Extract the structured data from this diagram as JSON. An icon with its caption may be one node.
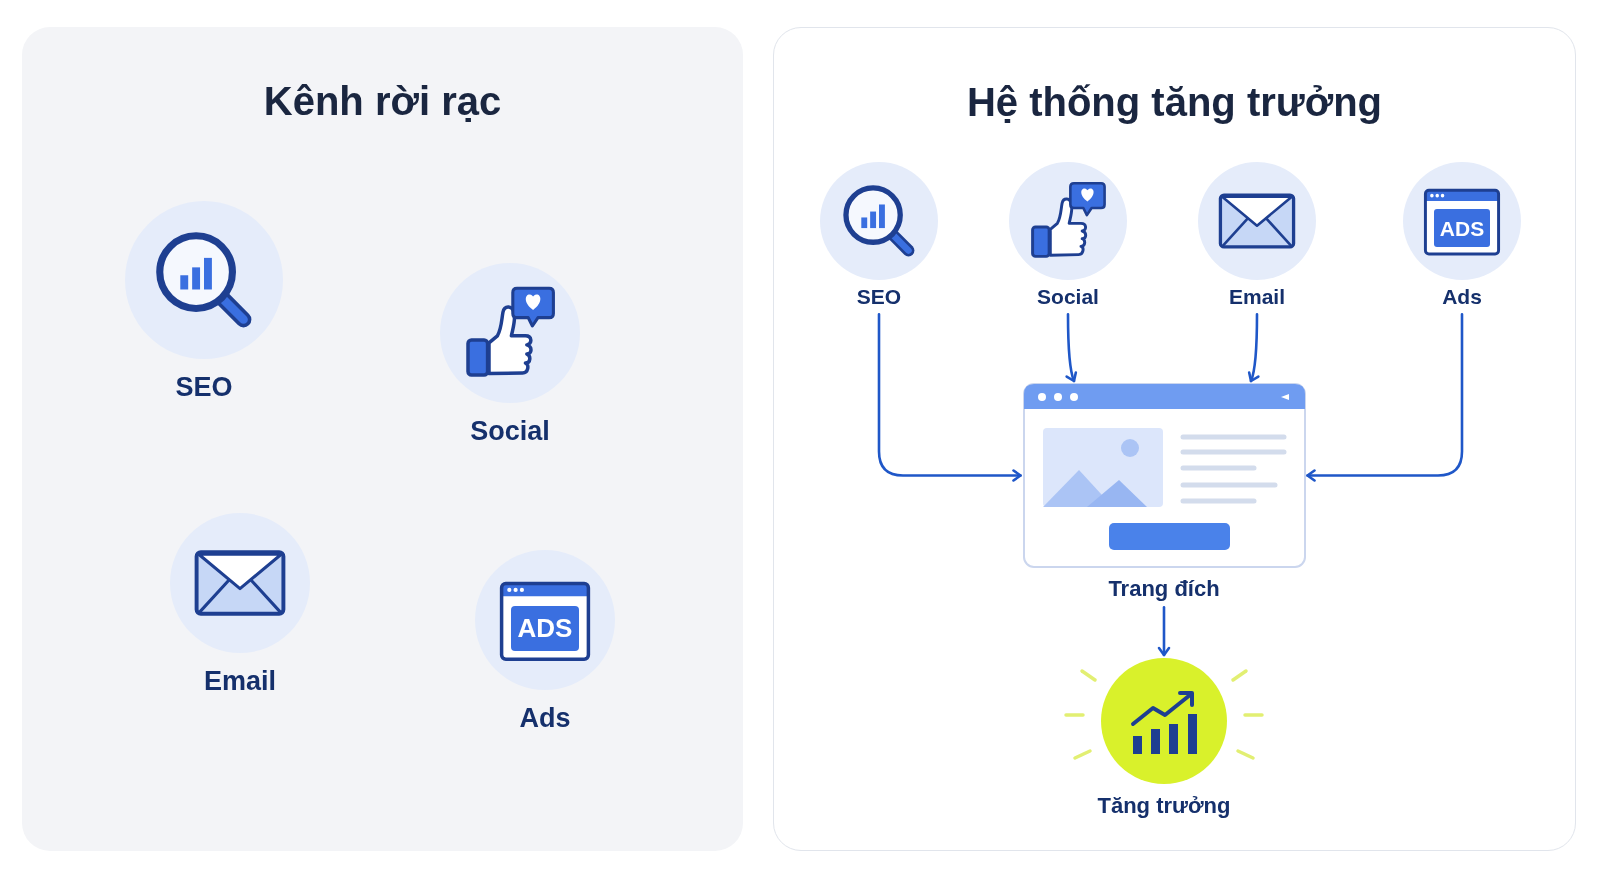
{
  "diagram": {
    "nodes": [
      {
        "text": [
          "Kênh rời rạc"
        ]
      },
      {
        "text": [
          "SEO"
        ],
        "in": 0
      },
      {
        "text": [
          "Social"
        ],
        "in": 0
      },
      {
        "text": [
          "Email"
        ],
        "in": 0
      },
      {
        "text": [
          "Ads"
        ],
        "in": 0
      },
      {
        "text": [
          "Hệ thống tăng trưởng"
        ]
      },
      {
        "text": [
          "SEO"
        ],
        "in": 5
      },
      {
        "text": [
          "Social"
        ],
        "in": 5
      },
      {
        "text": [
          "Email"
        ],
        "in": 5
      },
      {
        "text": [
          "Ads"
        ],
        "in": 5
      },
      {
        "text": [
          "Trang đích"
        ],
        "in": 5
      },
      {
        "text": [
          "Tăng trưởng"
        ],
        "in": 5
      }
    ],
    "edges": [
      {
        "from": 6,
        "to": 10,
        "arrow": "to"
      },
      {
        "from": 7,
        "to": 10,
        "arrow": "to"
      },
      {
        "from": 8,
        "to": 10,
        "arrow": "to"
      },
      {
        "from": 9,
        "to": 10,
        "arrow": "to"
      },
      {
        "from": 10,
        "to": 11,
        "arrow": "to"
      }
    ],
    "labels": [
      "ADS",
      "ADS"
    ]
  }
}
